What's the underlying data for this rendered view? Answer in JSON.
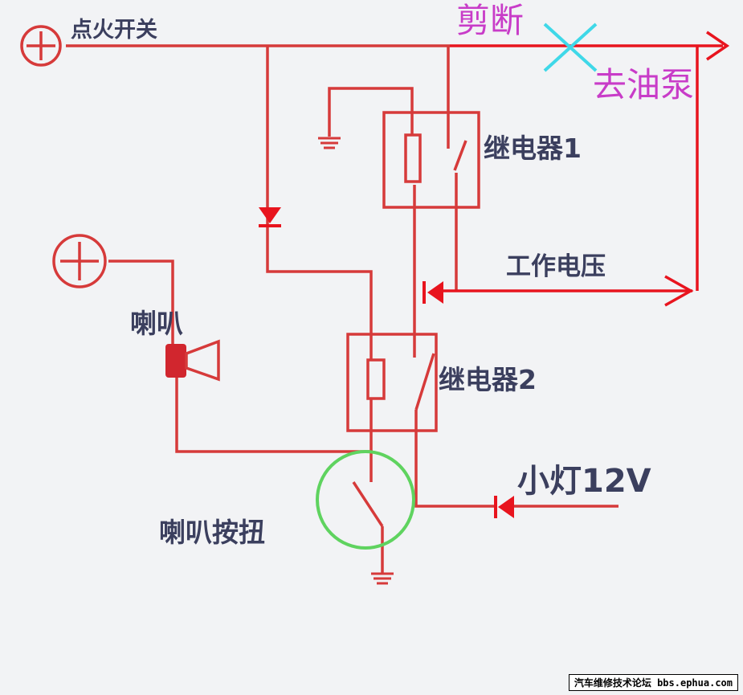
{
  "labels": {
    "ignition_switch": "点火开关",
    "cut": "剪断",
    "to_fuel_pump": "去油泵",
    "relay1": "继电器1",
    "working_voltage": "工作电压",
    "horn": "喇叭",
    "relay2": "继电器2",
    "small_light": "小灯12V",
    "horn_button": "喇叭按扭"
  },
  "watermark": "汽车维修技术论坛 bbs.ephua.com",
  "colors": {
    "wire": "#d63a3a",
    "wire_bright": "#e8141e",
    "diode": "#e8141e",
    "label_dark": "#3b3f5e",
    "label_magenta": "#c83cc8",
    "cut_mark": "#3fd8e8",
    "highlight_circle": "#5fd35f"
  },
  "icons": [
    "positive-terminal-icon",
    "ground-icon",
    "diode-icon",
    "horn-icon",
    "switch-icon",
    "cut-mark-icon"
  ]
}
